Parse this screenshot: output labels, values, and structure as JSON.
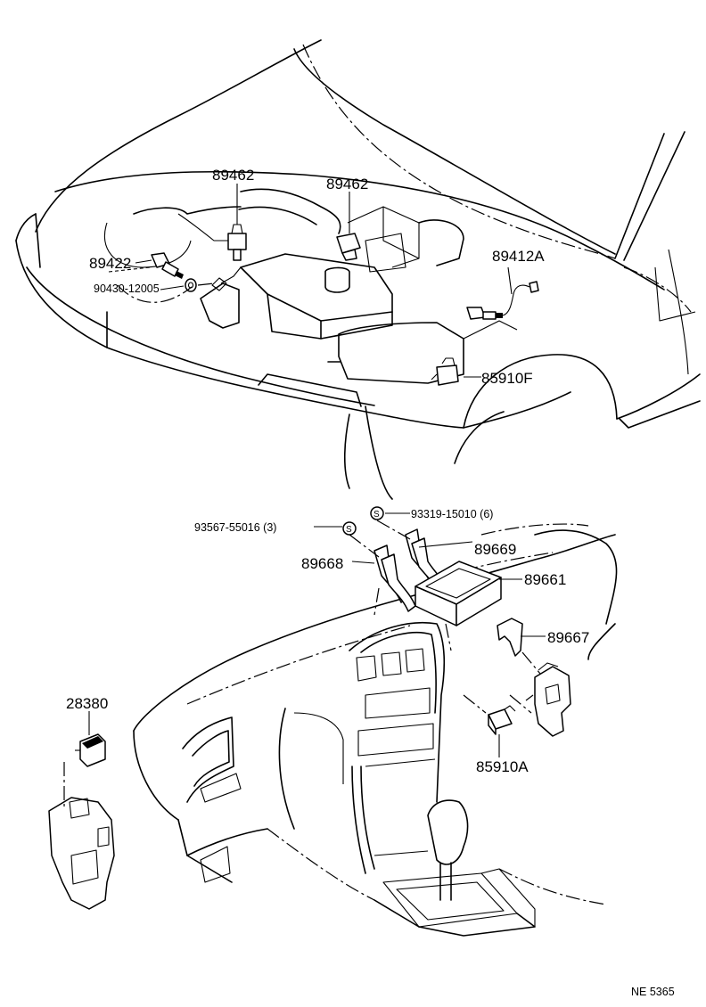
{
  "labels": {
    "p89462_a": "89462",
    "p89462_b": "89462",
    "p89422": "89422",
    "p90430": "90430-12005",
    "p89412A": "89412A",
    "p85910F": "85910F",
    "p93319": "93319-15010 (6)",
    "p93567": "93567-55016 (3)",
    "p89669": "89669",
    "p89668": "89668",
    "p89661": "89661",
    "p89667": "89667",
    "p28380": "28380",
    "p85910A": "85910A",
    "screw_s1": "S",
    "screw_s2": "S",
    "catalog_code": "NE  5365"
  }
}
